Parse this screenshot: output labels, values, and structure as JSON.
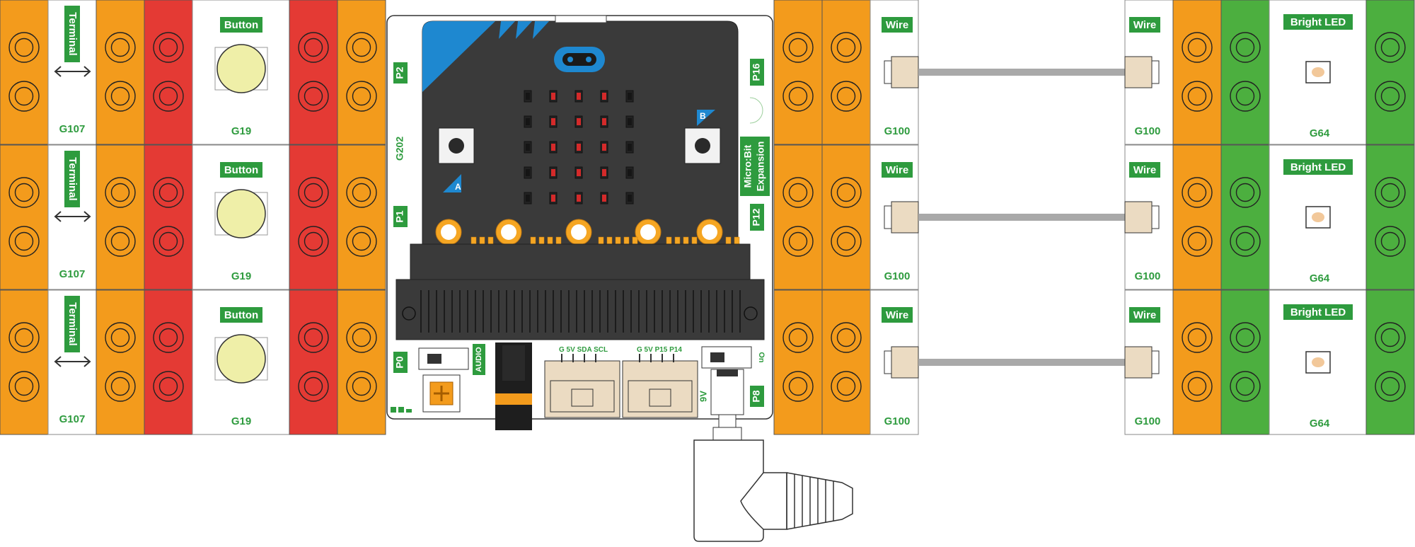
{
  "colors": {
    "orange": "#F39B1C",
    "red": "#E43A34",
    "green": "#4CAF3F",
    "label_green": "#2E9B3E",
    "board": "#3A3A3A",
    "microbit_blue": "#1E88D0",
    "gold": "#F5A623",
    "button_yellow": "#EFEFA8",
    "connector_beige": "#EBDBC2",
    "cable_gray": "#A9A9A9"
  },
  "rows": [
    {
      "terminal": {
        "title": "Terminal",
        "code": "G107"
      },
      "button": {
        "title": "Button",
        "code": "G19"
      },
      "wire_left": {
        "title": "Wire",
        "code": "G100"
      },
      "wire_right": {
        "title": "Wire",
        "code": "G100"
      },
      "led": {
        "title": "Bright LED",
        "code": "G64"
      }
    },
    {
      "terminal": {
        "title": "Terminal",
        "code": "G107"
      },
      "button": {
        "title": "Button",
        "code": "G19"
      },
      "wire_left": {
        "title": "Wire",
        "code": "G100"
      },
      "wire_right": {
        "title": "Wire",
        "code": "G100"
      },
      "led": {
        "title": "Bright LED",
        "code": "G64"
      }
    },
    {
      "terminal": {
        "title": "Terminal",
        "code": "G107"
      },
      "button": {
        "title": "Button",
        "code": "G19"
      },
      "wire_left": {
        "title": "Wire",
        "code": "G100"
      },
      "wire_right": {
        "title": "Wire",
        "code": "G100"
      },
      "led": {
        "title": "Bright LED",
        "code": "G64"
      }
    }
  ],
  "expansion": {
    "code": "G202",
    "title_line1": "Micro:Bit",
    "title_line2": "Expansion",
    "pins_left": [
      "P2",
      "P1",
      "P0"
    ],
    "pins_right": [
      "P16",
      "P12",
      "P8"
    ],
    "button_a": "A",
    "button_b": "B",
    "audio_label": "AUDIO",
    "on_label": "On",
    "power_label": "9V",
    "header1_label": "G  5V  SDA  SCL",
    "header2_label": "G  5V  P15  P14"
  }
}
